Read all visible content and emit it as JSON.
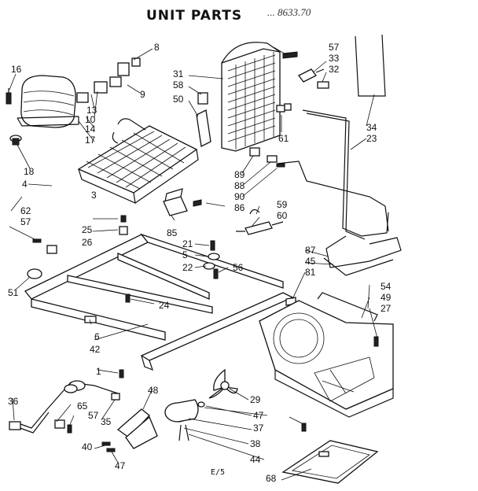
{
  "title": "UNIT PARTS",
  "hand_note": "... 8633.70",
  "page_number": "E/5",
  "callouts": [
    "16",
    "8",
    "57",
    "33",
    "32",
    "31",
    "58",
    "9",
    "13",
    "10",
    "14",
    "50",
    "17",
    "34",
    "23",
    "61",
    "18",
    "89",
    "88",
    "4",
    "90",
    "86",
    "3",
    "59",
    "60",
    "62",
    "57",
    "25",
    "26",
    "85",
    "21",
    "5",
    "56",
    "87",
    "45",
    "22",
    "81",
    "51",
    "24",
    "54",
    "49",
    "27",
    "6",
    "42",
    "1",
    "48",
    "36",
    "65",
    "57",
    "35",
    "29",
    "47",
    "37",
    "38",
    "40",
    "44",
    "47",
    "68"
  ]
}
